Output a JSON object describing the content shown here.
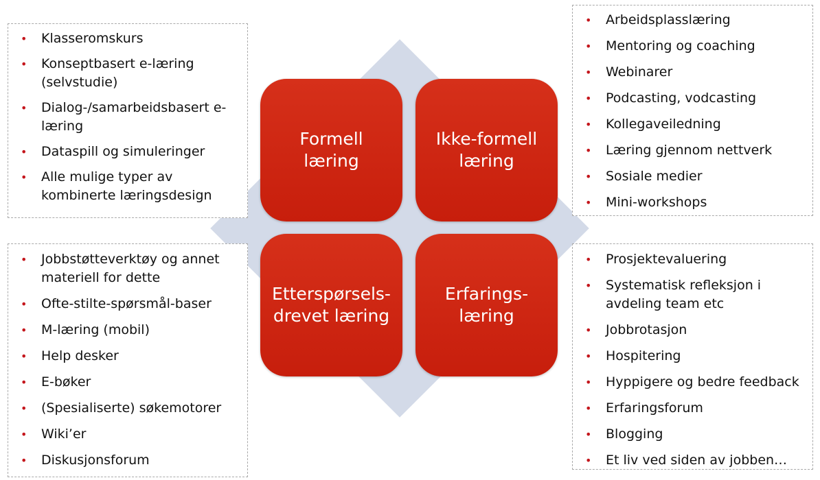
{
  "center": {
    "tl": "Formell\nlæring",
    "tr": "Ikke-formell\nlæring",
    "bl": "Etterspørsels-\ndrevet læring",
    "br": "Erfarings-\nlæring"
  },
  "bullet_glyph": "•",
  "lists": {
    "tl": [
      "Klasseromskurs",
      "Konseptbasert e-læring (selvstudie)",
      "Dialog-/samarbeidsbasert e-læring",
      "Dataspill og simuleringer",
      "Alle mulige typer av kombinerte læringsdesign"
    ],
    "tr": [
      "Arbeidsplasslæring",
      "Mentoring og coaching",
      "Webinarer",
      "Podcasting, vodcasting",
      "Kollegaveiledning",
      "Læring gjennom nettverk",
      "Sosiale medier",
      "Mini-workshops"
    ],
    "bl": [
      "Jobbstøtteverktøy og annet materiell for dette",
      "Ofte-stilte-spørsmål-baser",
      "M-læring (mobil)",
      "Help desker",
      "E-bøker",
      "(Spesialiserte) søkemotorer",
      "Wiki’er",
      "Diskusjonsforum"
    ],
    "br": [
      "Prosjektevaluering",
      "Systematisk refleksjon i avdeling team etc",
      "Jobbrotasjon",
      "Hospitering",
      "Hyppigere og bedre feedback",
      "Erfaringsforum",
      "Blogging",
      "Et liv ved siden av jobben…"
    ]
  },
  "colors": {
    "quadrant": "#c71e0c",
    "diamond": "#d3dae8",
    "bullet": "#c4161c",
    "border": "#a9a9a9"
  }
}
